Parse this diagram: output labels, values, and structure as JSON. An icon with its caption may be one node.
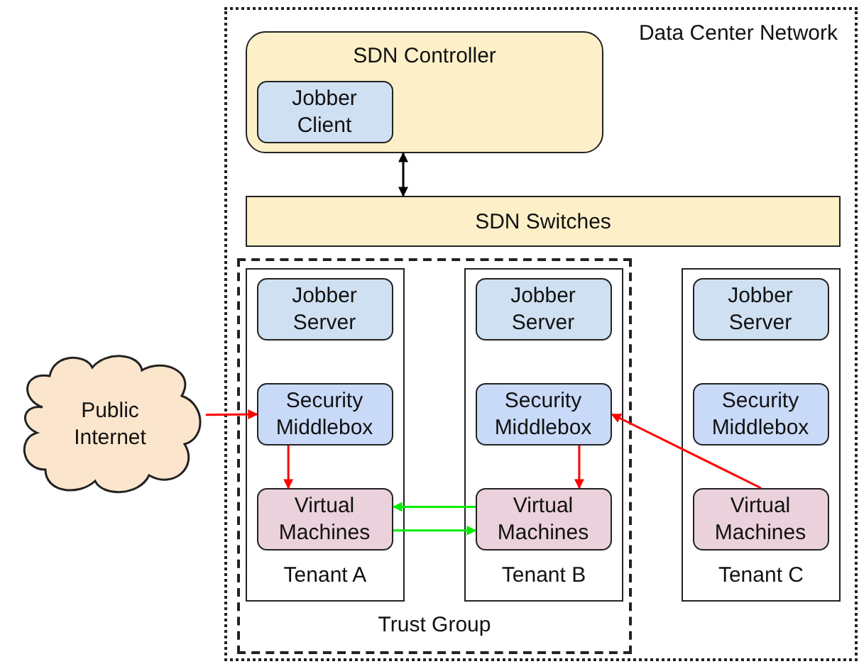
{
  "diagram": {
    "nodes": [
      {
        "text": [
          "Data Center Network"
        ]
      },
      {
        "text": [
          "SDN Controller"
        ],
        "in": 0
      },
      {
        "text": [
          "Jobber Client"
        ],
        "in": 1
      },
      {
        "text": [
          "SDN Switches"
        ],
        "in": 0
      },
      {
        "text": [
          "Trust Group"
        ],
        "in": 0
      },
      {
        "text": [
          "Tenant A"
        ],
        "in": 4
      },
      {
        "text": [
          "Jobber Server"
        ],
        "in": 5
      },
      {
        "text": [
          "Security Middlebox"
        ],
        "in": 5
      },
      {
        "text": [
          "Virtual Machines"
        ],
        "in": 5
      },
      {
        "text": [
          "Tenant B"
        ],
        "in": 4
      },
      {
        "text": [
          "Jobber Server"
        ],
        "in": 9
      },
      {
        "text": [
          "Security Middlebox"
        ],
        "in": 9
      },
      {
        "text": [
          "Virtual Machines"
        ],
        "in": 9
      },
      {
        "text": [
          "Tenant C"
        ],
        "in": 0
      },
      {
        "text": [
          "Jobber Server"
        ],
        "in": 13
      },
      {
        "text": [
          "Security Middlebox"
        ],
        "in": 13
      },
      {
        "text": [
          "Virtual Machines"
        ],
        "in": 13
      },
      {
        "text": [
          "Public Internet"
        ]
      }
    ],
    "edges": [
      {
        "from": 1,
        "to": 3,
        "arrow": "both",
        "color": "#000000"
      },
      {
        "from": 17,
        "to": 7,
        "arrow": "to",
        "color": "#ff0000"
      },
      {
        "from": 7,
        "to": 8,
        "arrow": "to",
        "color": "#ff0000"
      },
      {
        "from": 11,
        "to": 12,
        "arrow": "to",
        "color": "#ff0000"
      },
      {
        "from": 12,
        "to": 8,
        "arrow": "to",
        "color": "#00ee00"
      },
      {
        "from": 8,
        "to": 12,
        "arrow": "to",
        "color": "#00ee00"
      },
      {
        "from": 16,
        "to": 11,
        "arrow": "to",
        "color": "#ff0000"
      }
    ]
  }
}
